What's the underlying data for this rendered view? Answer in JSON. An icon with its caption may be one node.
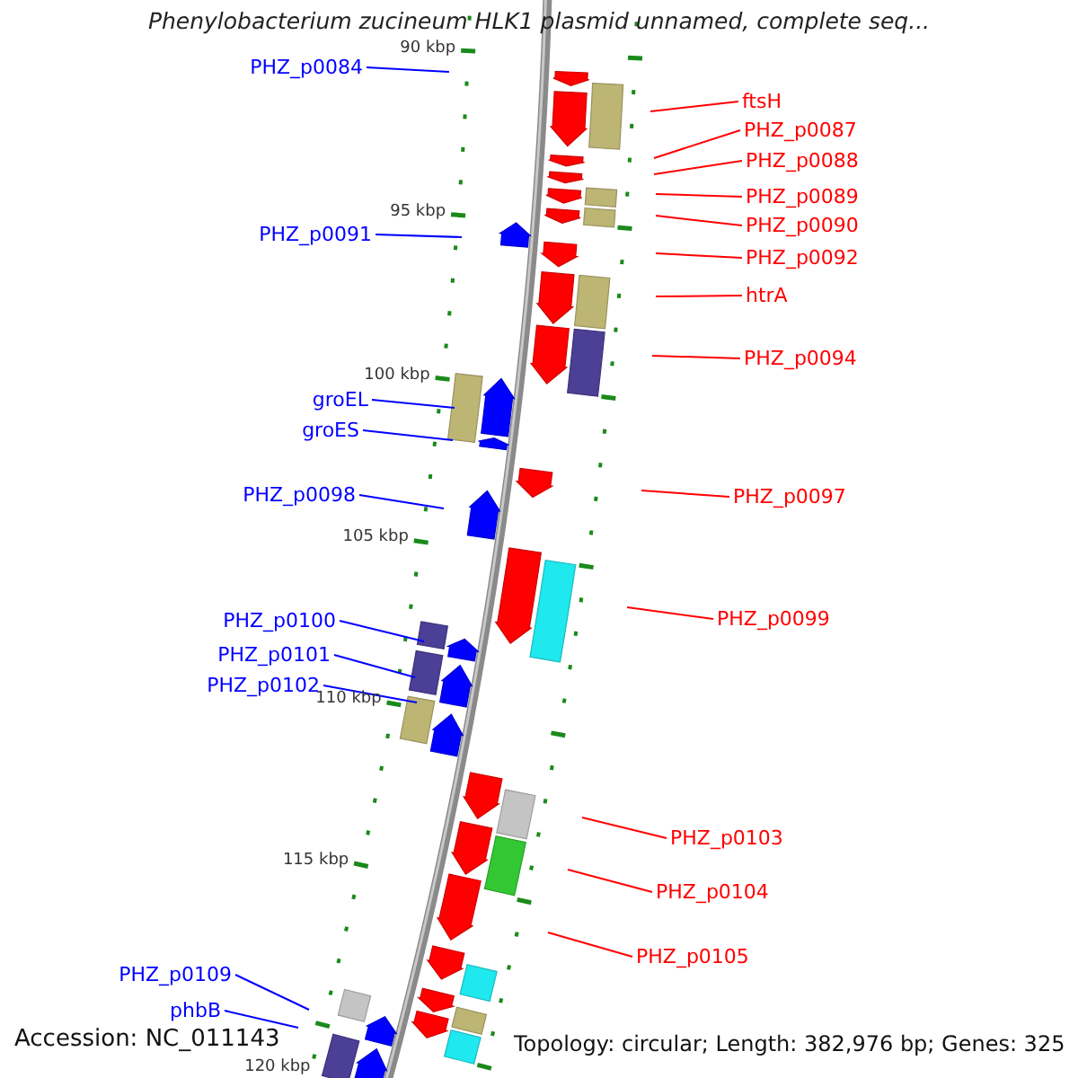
{
  "diagram": {
    "title": "Phenylobacterium zucineum HLK1 plasmid unnamed, complete seq...",
    "nodes": [
      {
        "text": [
          "PHZ_p0084"
        ]
      },
      {
        "text": [
          "ftsH"
        ]
      },
      {
        "text": [
          "PHZ_p0087"
        ]
      },
      {
        "text": [
          "PHZ_p0088"
        ]
      },
      {
        "text": [
          "PHZ_p0089"
        ]
      },
      {
        "text": [
          "PHZ_p0090"
        ]
      },
      {
        "text": [
          "PHZ_p0091"
        ]
      },
      {
        "text": [
          "PHZ_p0092"
        ]
      },
      {
        "text": [
          "htrA"
        ]
      },
      {
        "text": [
          "PHZ_p0094"
        ]
      },
      {
        "text": [
          "groEL"
        ]
      },
      {
        "text": [
          "groES"
        ]
      },
      {
        "text": [
          "PHZ_p0098"
        ]
      },
      {
        "text": [
          "PHZ_p0097"
        ]
      },
      {
        "text": [
          "PHZ_p0099"
        ]
      },
      {
        "text": [
          "PHZ_p0100"
        ]
      },
      {
        "text": [
          "PHZ_p0101"
        ]
      },
      {
        "text": [
          "PHZ_p0102"
        ]
      },
      {
        "text": [
          "PHZ_p0103"
        ]
      },
      {
        "text": [
          "PHZ_p0104"
        ]
      },
      {
        "text": [
          "PHZ_p0105"
        ]
      },
      {
        "text": [
          "PHZ_p0109"
        ]
      },
      {
        "text": [
          "phbB"
        ]
      }
    ],
    "edges": [
      {
        "from": 0,
        "to": null,
        "arrow": "none",
        "color": "#0000ff"
      },
      {
        "from": 1,
        "to": null,
        "arrow": "none"
      },
      {
        "from": 2,
        "to": null,
        "arrow": "none"
      },
      {
        "from": 3,
        "to": null,
        "arrow": "none"
      },
      {
        "from": 4,
        "to": null,
        "arrow": "none"
      },
      {
        "from": 5,
        "to": null,
        "arrow": "none"
      },
      {
        "from": 6,
        "to": null,
        "arrow": "none",
        "color": "#0000ff"
      },
      {
        "from": 7,
        "to": null,
        "arrow": "none"
      },
      {
        "from": 8,
        "to": null,
        "arrow": "none"
      },
      {
        "from": 9,
        "to": null,
        "arrow": "none"
      },
      {
        "from": 10,
        "to": null,
        "arrow": "none",
        "color": "#0000ff"
      },
      {
        "from": 11,
        "to": null,
        "arrow": "none",
        "color": "#0000ff"
      },
      {
        "from": 12,
        "to": null,
        "arrow": "none",
        "color": "#0000ff"
      },
      {
        "from": 13,
        "to": null,
        "arrow": "none"
      },
      {
        "from": 14,
        "to": null,
        "arrow": "none"
      },
      {
        "from": 15,
        "to": null,
        "arrow": "none",
        "color": "#0000ff"
      },
      {
        "from": 16,
        "to": null,
        "arrow": "none",
        "color": "#0000ff"
      },
      {
        "from": 17,
        "to": null,
        "arrow": "none",
        "color": "#0000ff"
      },
      {
        "from": 18,
        "to": null,
        "arrow": "none"
      },
      {
        "from": 19,
        "to": null,
        "arrow": "none"
      },
      {
        "from": 20,
        "to": null,
        "arrow": "none"
      },
      {
        "from": 21,
        "to": null,
        "arrow": "none",
        "color": "#0000ff"
      },
      {
        "from": 22,
        "to": null,
        "arrow": "none",
        "color": "#0000ff"
      }
    ],
    "labels": [
      "90 kbp",
      "95 kbp",
      "100 kbp",
      "105 kbp",
      "110 kbp",
      "115 kbp",
      "120 kbp",
      "Accession: NC_011143",
      "Topology: circular; Length: 382,976 bp; Genes: 325"
    ]
  }
}
